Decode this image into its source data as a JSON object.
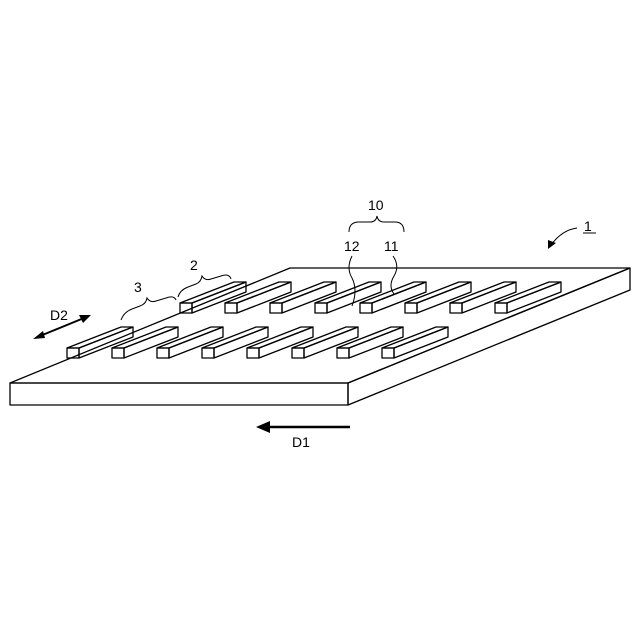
{
  "figure": {
    "labels": {
      "device": "1",
      "rib": "2",
      "groove": "3",
      "unit": "10",
      "part_11": "11",
      "part_12": "12",
      "direction_1": "D1",
      "direction_2": "D2"
    },
    "rows": {
      "back_row_count": 8,
      "front_row_count": 8
    },
    "colors": {
      "line": "#000000",
      "background": "#ffffff"
    }
  }
}
